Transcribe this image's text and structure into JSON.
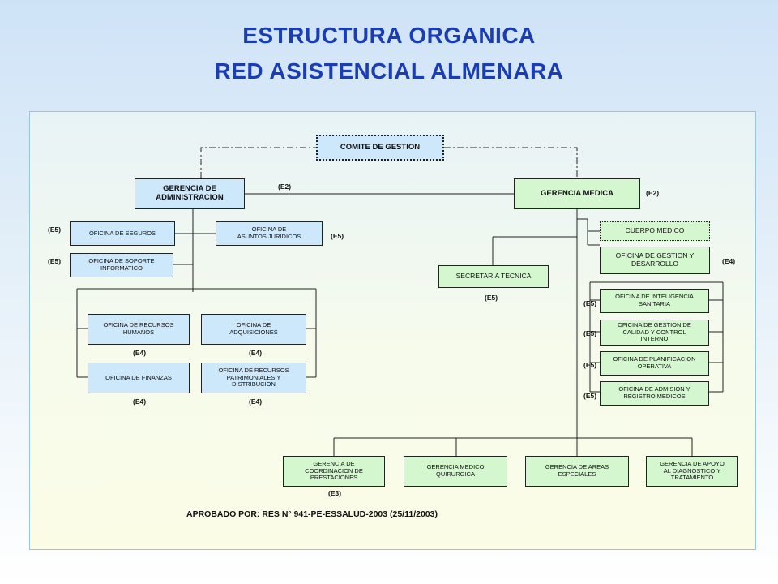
{
  "title": {
    "line1": "ESTRUCTURA ORGANICA",
    "line2": "RED ASISTENCIAL ALMENARA"
  },
  "nodes": {
    "comite": "COMITE DE GESTION",
    "gerencia_admin": "GERENCIA DE\nADMINISTRACION",
    "gerencia_medica": "GERENCIA MEDICA",
    "of_seguros": "OFICINA DE SEGUROS",
    "of_soporte": "OFICINA DE SOPORTE\nINFORMATICO",
    "of_juridicos": "OFICINA DE\nASUNTOS JURIDICOS",
    "of_rrhh": "OFICINA DE   RECURSOS\nHUMANOS",
    "of_adquisiciones": "OFICINA DE\nADQUISICIONES",
    "of_finanzas": "OFICINA DE FINANZAS",
    "of_patrimoniales": "OFICINA DE RECURSOS\nPATRIMONIALES Y\nDISTRIBUCION",
    "cuerpo_medico": "CUERPO MEDICO",
    "of_gestion_desarrollo": "OFICINA DE GESTION  Y\nDESARROLLO",
    "secretaria_tecnica": "SECRETARIA TECNICA",
    "of_inteligencia": "OFICINA DE INTELIGENCIA\nSANITARIA",
    "of_calidad": "OFICINA DE GESTION DE\nCALIDAD Y CONTROL\nINTERNO",
    "of_planificacion": "OFICINA DE PLANIFICACION\nOPERATIVA",
    "of_admision": "OFICINA DE ADMISION Y\nREGISTRO MEDICOS",
    "ger_coordinacion": "GERENCIA  DE\nCOORDINACION DE\nPRESTACIONES",
    "ger_quirurgica": "GERENCIA MEDICO\nQUIRURGICA",
    "ger_areas": "GERENCIA  DE AREAS\nESPECIALES",
    "ger_apoyo": "GERENCIA DE APOYO\nAL DIAGNOSTICO Y\nTRATAMIENTO"
  },
  "levels": {
    "e2": "(E2)",
    "e3": "(E3)",
    "e4": "(E4)",
    "e5": "(E5)"
  },
  "approved": "APROBADO POR: RES N° 941-PE-ESSALUD-2003 (25/11/2003)",
  "colors": {
    "title": "#1a3db4",
    "box_blue": "#cde8fb",
    "box_green": "#d4f7d0",
    "panel_border": "#9cc4d8"
  }
}
